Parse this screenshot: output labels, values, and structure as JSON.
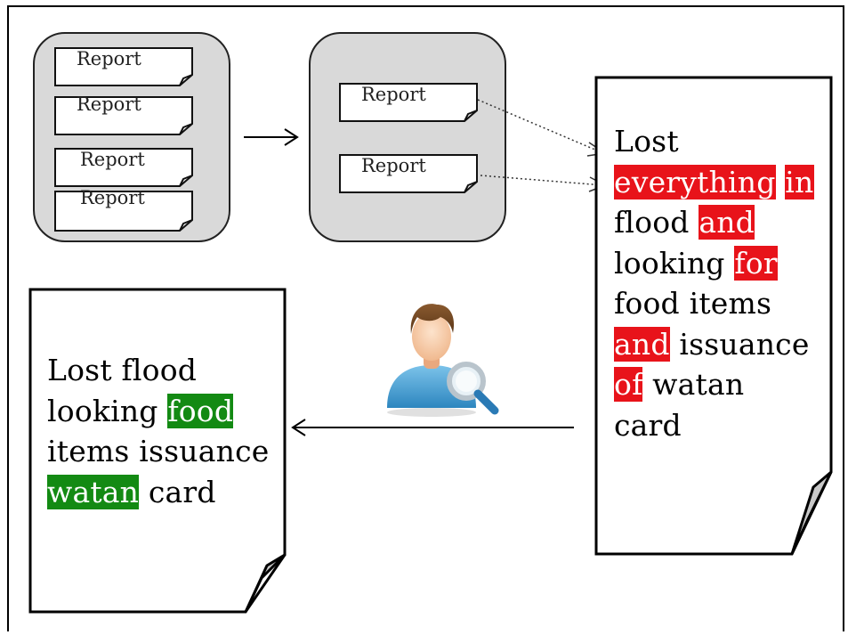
{
  "colors": {
    "highlight_removed": "#e8131a",
    "highlight_kept": "#138a13",
    "group_bg": "#d9d9d9"
  },
  "source_group": {
    "reports": [
      "Report",
      "Report",
      "Report",
      "Report"
    ]
  },
  "selected_group": {
    "reports": [
      "Report",
      "Report"
    ]
  },
  "original_report": {
    "lines": [
      [
        {
          "t": "Lost",
          "hl": ""
        }
      ],
      [
        {
          "t": "everything",
          "hl": "red"
        },
        {
          "t": " ",
          "hl": ""
        },
        {
          "t": "in",
          "hl": "red"
        }
      ],
      [
        {
          "t": "flood ",
          "hl": ""
        },
        {
          "t": "and",
          "hl": "red"
        }
      ],
      [
        {
          "t": "looking ",
          "hl": ""
        },
        {
          "t": "for",
          "hl": "red"
        }
      ],
      [
        {
          "t": "food items",
          "hl": ""
        }
      ],
      [
        {
          "t": "and",
          "hl": "red"
        },
        {
          "t": " issuance",
          "hl": ""
        }
      ],
      [
        {
          "t": "of",
          "hl": "red"
        },
        {
          "t": " watan",
          "hl": ""
        }
      ],
      [
        {
          "t": "card",
          "hl": ""
        }
      ]
    ]
  },
  "processed_report": {
    "lines": [
      [
        {
          "t": "Lost flood",
          "hl": ""
        }
      ],
      [
        {
          "t": "looking ",
          "hl": ""
        },
        {
          "t": "food",
          "hl": "green"
        }
      ],
      [
        {
          "t": "items issuance",
          "hl": ""
        }
      ],
      [
        {
          "t": "watan",
          "hl": "green"
        },
        {
          "t": " card",
          "hl": ""
        }
      ]
    ]
  },
  "icons": {
    "user": "user-with-magnifier-icon"
  }
}
